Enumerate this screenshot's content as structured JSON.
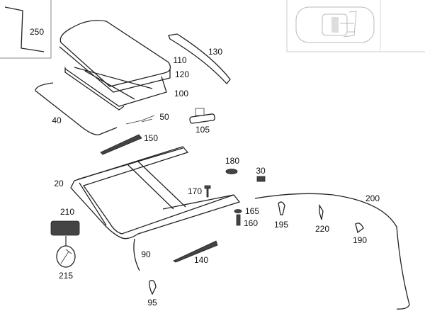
{
  "diagram": {
    "title_labels": [
      "250",
      "130",
      "110",
      "120",
      "100",
      "40",
      "50",
      "105",
      "150",
      "180",
      "30",
      "20",
      "170",
      "200",
      "210",
      "165",
      "160",
      "195",
      "220",
      "190",
      "90",
      "140",
      "215",
      "95"
    ],
    "parts": {
      "p250": "250",
      "p130": "130",
      "p110": "110",
      "p120": "120",
      "p100": "100",
      "p40": "40",
      "p50": "50",
      "p105": "105",
      "p150": "150",
      "p180": "180",
      "p30": "30",
      "p20": "20",
      "p170": "170",
      "p200": "200",
      "p210": "210",
      "p165": "165",
      "p160": "160",
      "p195": "195",
      "p220": "220",
      "p190": "190",
      "p90": "90",
      "p140": "140",
      "p215": "215",
      "p95": "95"
    }
  }
}
